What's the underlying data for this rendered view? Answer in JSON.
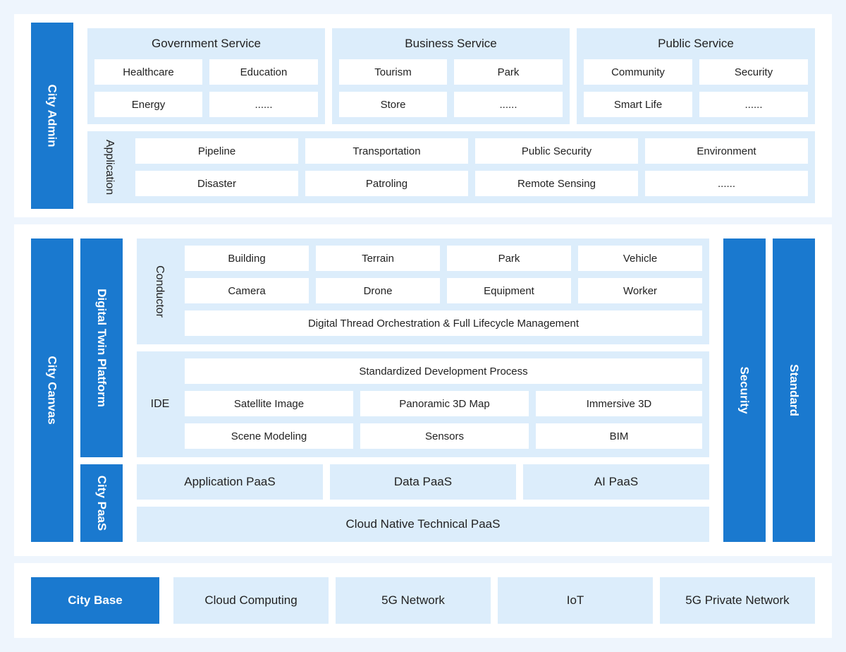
{
  "city_admin": {
    "label": "City Admin",
    "groups": [
      {
        "title": "Government Service",
        "items": [
          "Healthcare",
          "Education",
          "Energy",
          "......"
        ]
      },
      {
        "title": "Business Service",
        "items": [
          "Tourism",
          "Park",
          "Store",
          "......"
        ]
      },
      {
        "title": "Public Service",
        "items": [
          "Community",
          "Security",
          "Smart Life",
          "......"
        ]
      }
    ],
    "application": {
      "label": "Application",
      "items": [
        "Pipeline",
        "Transportation",
        "Public Security",
        "Environment",
        "Disaster",
        "Patroling",
        "Remote Sensing",
        "......"
      ]
    }
  },
  "city_canvas": {
    "label": "City Canvas",
    "digital_twin_platform": {
      "label": "Digital Twin Platform",
      "conductor": {
        "label": "Conductor",
        "items": [
          "Building",
          "Terrain",
          "Park",
          "Vehicle",
          "Camera",
          "Drone",
          "Equipment",
          "Worker"
        ],
        "full_row": "Digital Thread Orchestration & Full Lifecycle Management"
      },
      "ide": {
        "label": "IDE",
        "full_row": "Standardized Development Process",
        "items": [
          "Satellite Image",
          "Panoramic 3D Map",
          "Immersive 3D",
          "Scene Modeling",
          "Sensors",
          "BIM"
        ]
      }
    },
    "city_paas": {
      "label": "City PaaS",
      "items": [
        "Application PaaS",
        "Data PaaS",
        "AI PaaS"
      ],
      "full_row": "Cloud Native Technical PaaS"
    },
    "security": "Security",
    "standard": "Standard"
  },
  "city_base": {
    "label": "City Base",
    "items": [
      "Cloud Computing",
      "5G Network",
      "IoT",
      "5G Private Network"
    ]
  }
}
